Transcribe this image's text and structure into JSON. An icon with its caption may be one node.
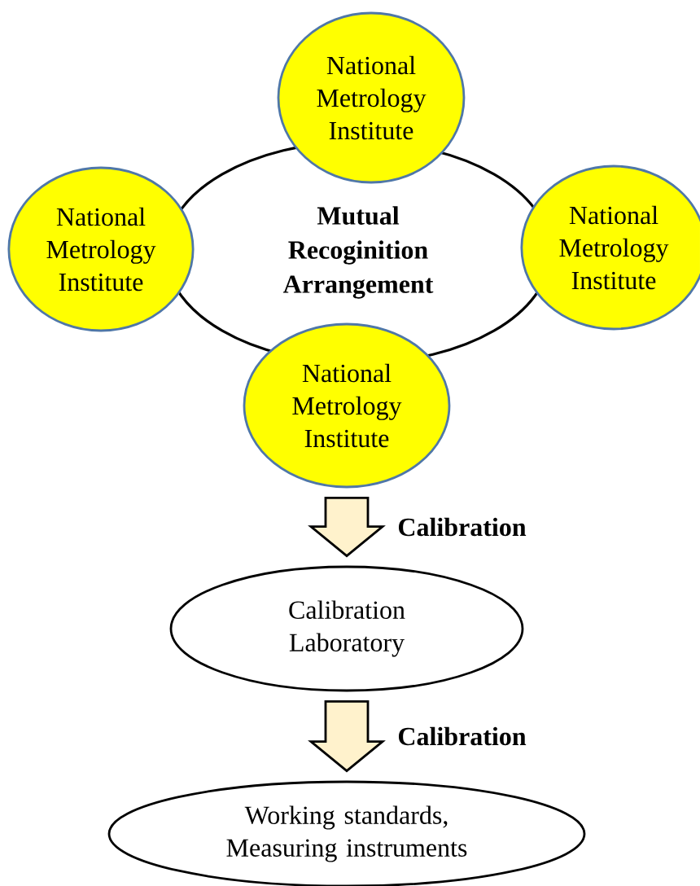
{
  "diagram": {
    "nodes": [
      {
        "text": [
          "Mutual Recoginition Arrangement"
        ]
      },
      {
        "text": [
          "National Metrology Institute"
        ]
      },
      {
        "text": [
          "National Metrology Institute"
        ]
      },
      {
        "text": [
          "National Metrology Institute"
        ]
      },
      {
        "text": [
          "National Metrology Institute"
        ]
      },
      {
        "text": [
          "Calibration Laboratory"
        ]
      },
      {
        "text": [
          "Working standards, Measuring instruments"
        ]
      }
    ],
    "edges": [
      {
        "from": 4,
        "to": 5,
        "arrow": "to",
        "label": "Calibration"
      },
      {
        "from": 5,
        "to": 6,
        "arrow": "to",
        "label": "Calibration"
      }
    ]
  }
}
